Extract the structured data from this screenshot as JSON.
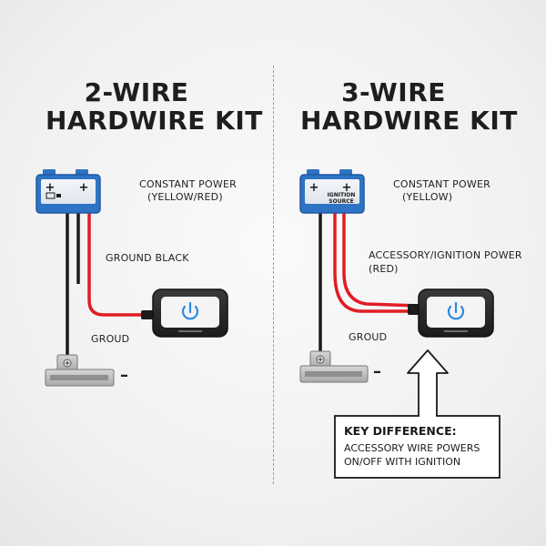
{
  "left": {
    "title_line1": "2-WIRE",
    "title_line2": "HARDWIRE KIT",
    "battery_plus_left": "+",
    "battery_plus_right": "+",
    "label_constant_line1": "CONSTANT POWER",
    "label_constant_line2": "(YELLOW/RED)",
    "label_ground_black": "GROUND BLACK",
    "label_ground": "GROUD",
    "ground_minus": "–"
  },
  "right": {
    "title_line1": "3-WIRE",
    "title_line2": "HARDWIRE KIT",
    "battery_plus_left": "+",
    "battery_plus_right": "+",
    "battery_ign_line1": "IGNITION",
    "battery_ign_line2": "SOURCE",
    "label_constant_line1": "CONSTANT POWER",
    "label_constant_line2": "(YELLOW)",
    "label_accessory_line1": "ACCESSORY/IGNITION POWER",
    "label_accessory_line2": "(RED)",
    "label_ground": "GROUD",
    "ground_minus": "–"
  },
  "callout": {
    "heading": "KEY DIFFERENCE:",
    "body_line1": "ACCESSORY WIRE POWERS",
    "body_line2": "ON/OFF WITH IGNITION"
  },
  "icons": {
    "battery": "battery-icon",
    "device": "dashcam-power-icon",
    "ground": "ground-terminal-icon",
    "arrow": "up-arrow-icon"
  },
  "colors": {
    "battery_blue": "#2f73c4",
    "battery_top": "#e9edf3",
    "wire_black": "#1b1b1b",
    "wire_red": "#e11d24",
    "device_body": "#2a2a2a",
    "power_icon": "#2b8be0",
    "ground_metal": "#b8b8b8"
  }
}
